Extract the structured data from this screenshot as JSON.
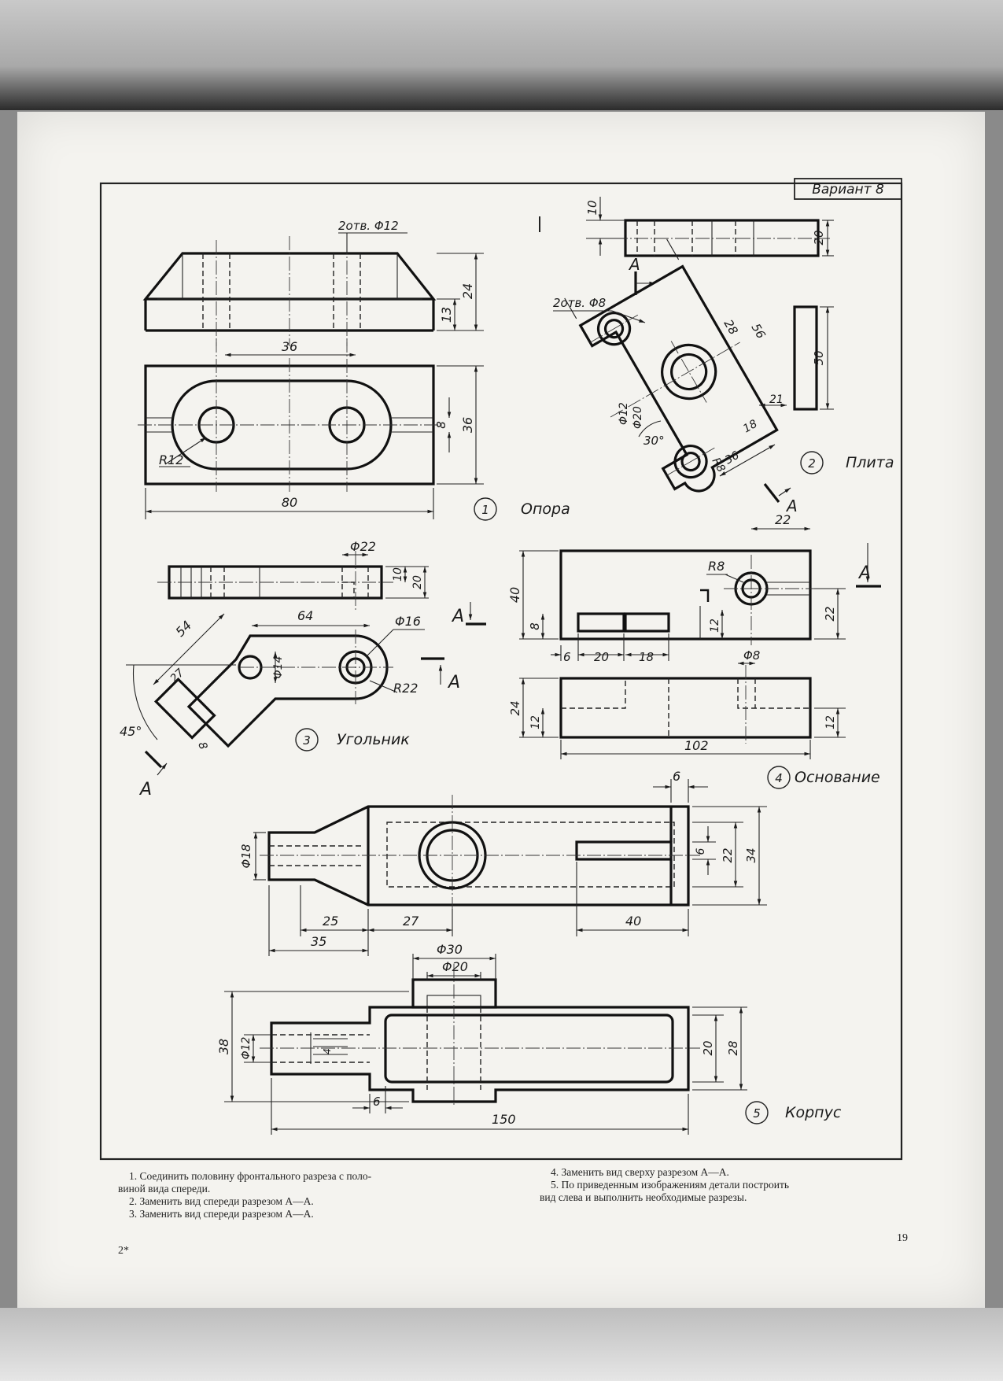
{
  "header": {
    "variant": "Вариант 8"
  },
  "parts": {
    "p1": {
      "number": "1",
      "name": "Опора",
      "dims": {
        "holes": "2отв. Φ12",
        "h24": "24",
        "h13": "13",
        "w36": "36",
        "d36": "36",
        "d8": "8",
        "r12": "R12",
        "w80": "80"
      }
    },
    "p2": {
      "number": "2",
      "name": "Плита",
      "dims": {
        "t10": "10",
        "t20": "20",
        "holes": "2отв. Φ8",
        "d28": "28",
        "d56": "56",
        "d50": "50",
        "d21": "21",
        "phi12": "Φ12",
        "phi20": "Φ20",
        "a30": "30°",
        "r8": "R8",
        "d18": "18",
        "d36": "36"
      },
      "section_left": "A",
      "section_right": "A"
    },
    "p3": {
      "number": "3",
      "name": "Угольник",
      "dims": {
        "phi22": "Φ22",
        "t10": "10",
        "t20": "20",
        "d64": "64",
        "phi16": "Φ16",
        "d54": "54",
        "d27": "27",
        "phi14": "Φ14",
        "r22": "R22",
        "a45": "45°",
        "d8": "8"
      },
      "section_a1": "A",
      "section_a2": "A",
      "section_a3": "A"
    },
    "p4": {
      "number": "4",
      "name": "Основание",
      "dims": {
        "d22t": "22",
        "r8": "R8",
        "d40": "40",
        "d8": "8",
        "d12": "12",
        "d22r": "22",
        "d6": "6",
        "d20": "20",
        "d18": "18",
        "phi8": "Φ8",
        "d24": "24",
        "d12b": "12",
        "d12r": "12",
        "d102": "102"
      },
      "section_a": "A"
    },
    "p5": {
      "number": "5",
      "name": "Корпус",
      "dims": {
        "d6t": "6",
        "phi18": "Φ18",
        "d6s": "6",
        "d22": "22",
        "d34": "34",
        "d25": "25",
        "d27": "27",
        "d40": "40",
        "d35": "35",
        "phi30": "Φ30",
        "phi20": "Φ20",
        "d38": "38",
        "phi12": "Φ12",
        "d20": "20",
        "d28": "28",
        "d4": "4",
        "d6b": "6",
        "d150": "150"
      }
    }
  },
  "notes_left": [
    "1. Соединить половину фронтального разреза с поло-",
    "виной вида спереди.",
    "2. Заменить вид спереди разрезом А—А.",
    "3. Заменить вид спереди разрезом А—А."
  ],
  "notes_right": [
    "4. Заменить вид сверху разрезом А—А.",
    "5. По приведенным изображениям детали построить",
    "вид слева и выполнить необходимые разрезы."
  ],
  "footer": {
    "signature_mark": "2*",
    "page_number": "19"
  }
}
